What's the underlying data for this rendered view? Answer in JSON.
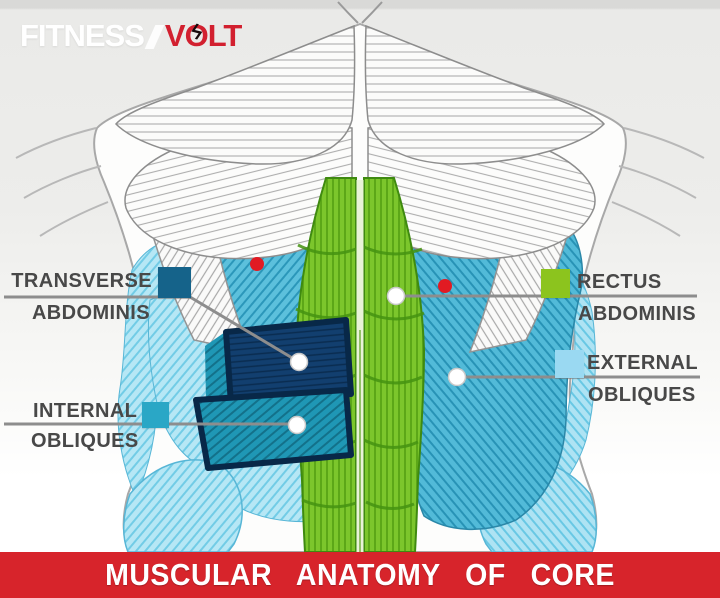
{
  "logo": {
    "brand_primary": "FITNESS",
    "brand_secondary": "VOLT",
    "bolt_glyph": "ϟ",
    "primary_color": "#ffffff",
    "secondary_color": "#d2202f"
  },
  "banner": {
    "title": "MUSCULAR ANATOMY OF CORE",
    "background": "#d7242b",
    "text_color": "#ffffff"
  },
  "labels": {
    "transverse": {
      "line1": "TRANSVERSE",
      "line2": "ABDOMINIS",
      "swatch_color": "#15638a"
    },
    "internal": {
      "line1": "INTERNAL",
      "line2": "OBLIQUES",
      "swatch_color": "#2aa7c6"
    },
    "rectus": {
      "line1": "RECTUS",
      "line2": "ABDOMINIS",
      "swatch_color": "#8cc41e"
    },
    "external": {
      "line1": "EXTERNAL",
      "line2": "OBLIQUES",
      "swatch_color": "#9ad9f2"
    }
  },
  "figure": {
    "description": "Front view torso illustration of core musculature",
    "muscles": [
      {
        "name": "rectus-abdominis",
        "color": "#7cc62c"
      },
      {
        "name": "external-obliques",
        "color": "#58bcd9"
      },
      {
        "name": "internal-obliques",
        "color": "#1f97b5"
      },
      {
        "name": "transverse-abdominis",
        "color": "#123f6f"
      }
    ],
    "marker_dots": {
      "white_pointer_dots": 4,
      "red_dots": 2,
      "white_color": "#ffffff",
      "red_color": "#e11b23",
      "leader_line_color": "#8d8d8d"
    }
  }
}
